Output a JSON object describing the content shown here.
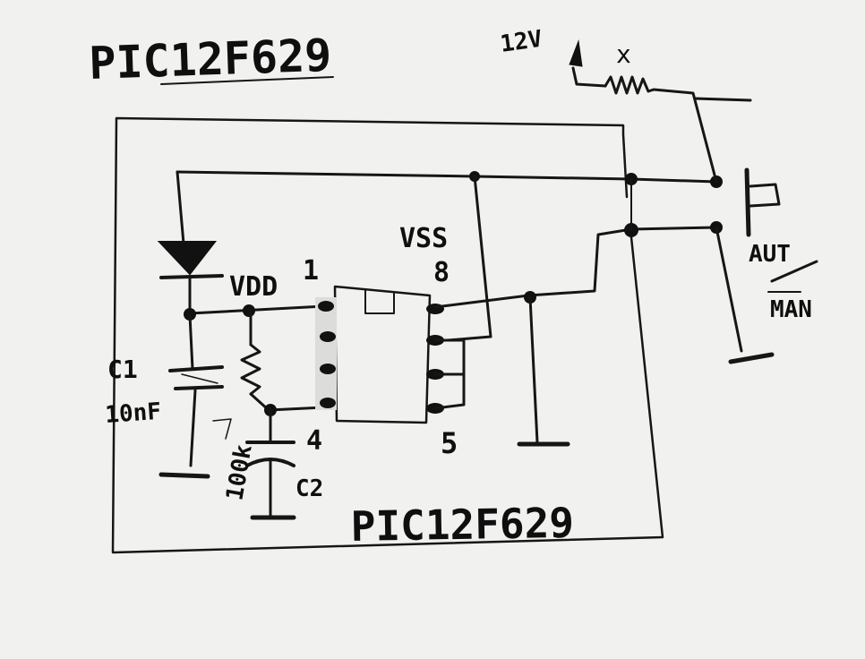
{
  "title": "PIC12F629",
  "chip_label": "PIC12F629",
  "supply_label": "12V",
  "resistor_mark": "x",
  "vdd_label": "VDD",
  "vss_label": "VSS",
  "pin_1": "1",
  "pin_8": "8",
  "pin_4": "4",
  "pin_5": "5",
  "c1_name": "C1",
  "c1_value": "10nF",
  "r_value": "100k",
  "c2_name": "C2",
  "switch_top": "AUT",
  "switch_bottom": "MAN"
}
